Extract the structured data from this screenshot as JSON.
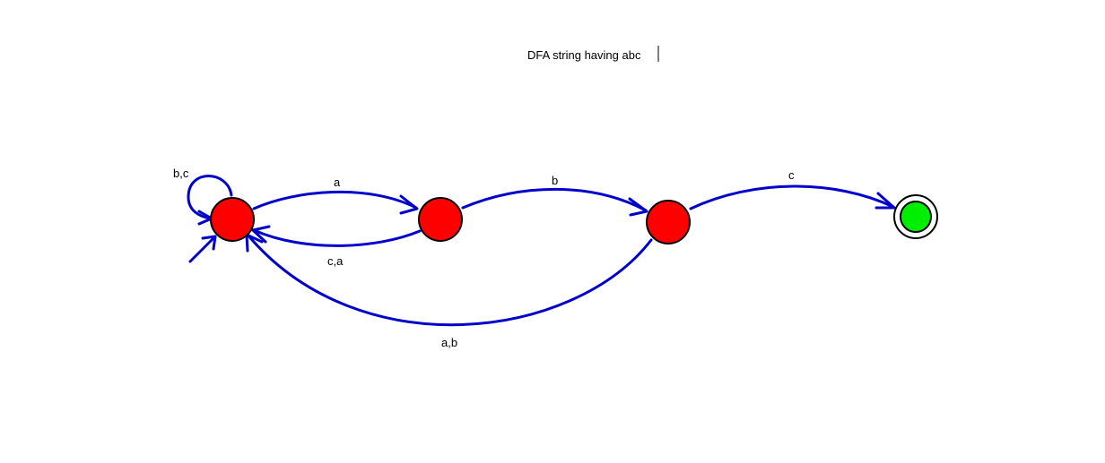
{
  "title": "DFA string having abc",
  "colors": {
    "edge": "#0000cc",
    "state": "#ff0000",
    "accept_state": "#00ee00",
    "outline": "#000000",
    "background": "#ffffff"
  },
  "states": [
    {
      "id": "q0",
      "start": true,
      "accepting": false
    },
    {
      "id": "q1",
      "start": false,
      "accepting": false
    },
    {
      "id": "q2",
      "start": false,
      "accepting": false
    },
    {
      "id": "q3",
      "start": false,
      "accepting": true
    }
  ],
  "transitions": [
    {
      "from": "q0",
      "to": "q0",
      "label": "b,c"
    },
    {
      "from": "q0",
      "to": "q1",
      "label": "a"
    },
    {
      "from": "q1",
      "to": "q0",
      "label": "c,a"
    },
    {
      "from": "q1",
      "to": "q2",
      "label": "b"
    },
    {
      "from": "q2",
      "to": "q3",
      "label": "c"
    },
    {
      "from": "q2",
      "to": "q0",
      "label": "a,b"
    }
  ]
}
